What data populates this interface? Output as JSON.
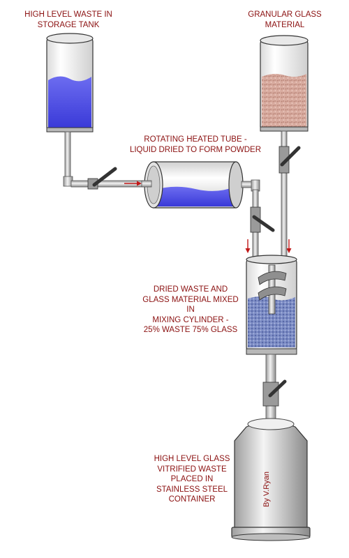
{
  "labels": {
    "storage_tank": [
      "HIGH LEVEL WASTE IN",
      "STORAGE TANK"
    ],
    "granular_glass": [
      "GRANULAR GLASS",
      "MATERIAL"
    ],
    "rotating_tube": [
      "ROTATING HEATED TUBE -",
      "LIQUID DRIED TO FORM POWDER"
    ],
    "mixing_cylinder": [
      "DRIED WASTE AND",
      "GLASS  MATERIAL MIXED",
      "IN",
      "MIXING CYLINDER -",
      "25% WASTE 75% GLASS"
    ],
    "steel_container": [
      "HIGH LEVEL GLASS",
      "VITRIFIED WASTE",
      "PLACED IN",
      "STAINLESS STEEL",
      "CONTAINER"
    ]
  },
  "signature": "By V.Ryan",
  "colors": {
    "label_text": "#8b1010",
    "liquid_waste": "#4a4ae0",
    "glass_granules": "#d3a79b",
    "mixed_material": "#6f7fb8",
    "arrow": "#c01818"
  },
  "icons": [
    "valve-handle-icon",
    "flow-arrow-icon"
  ]
}
